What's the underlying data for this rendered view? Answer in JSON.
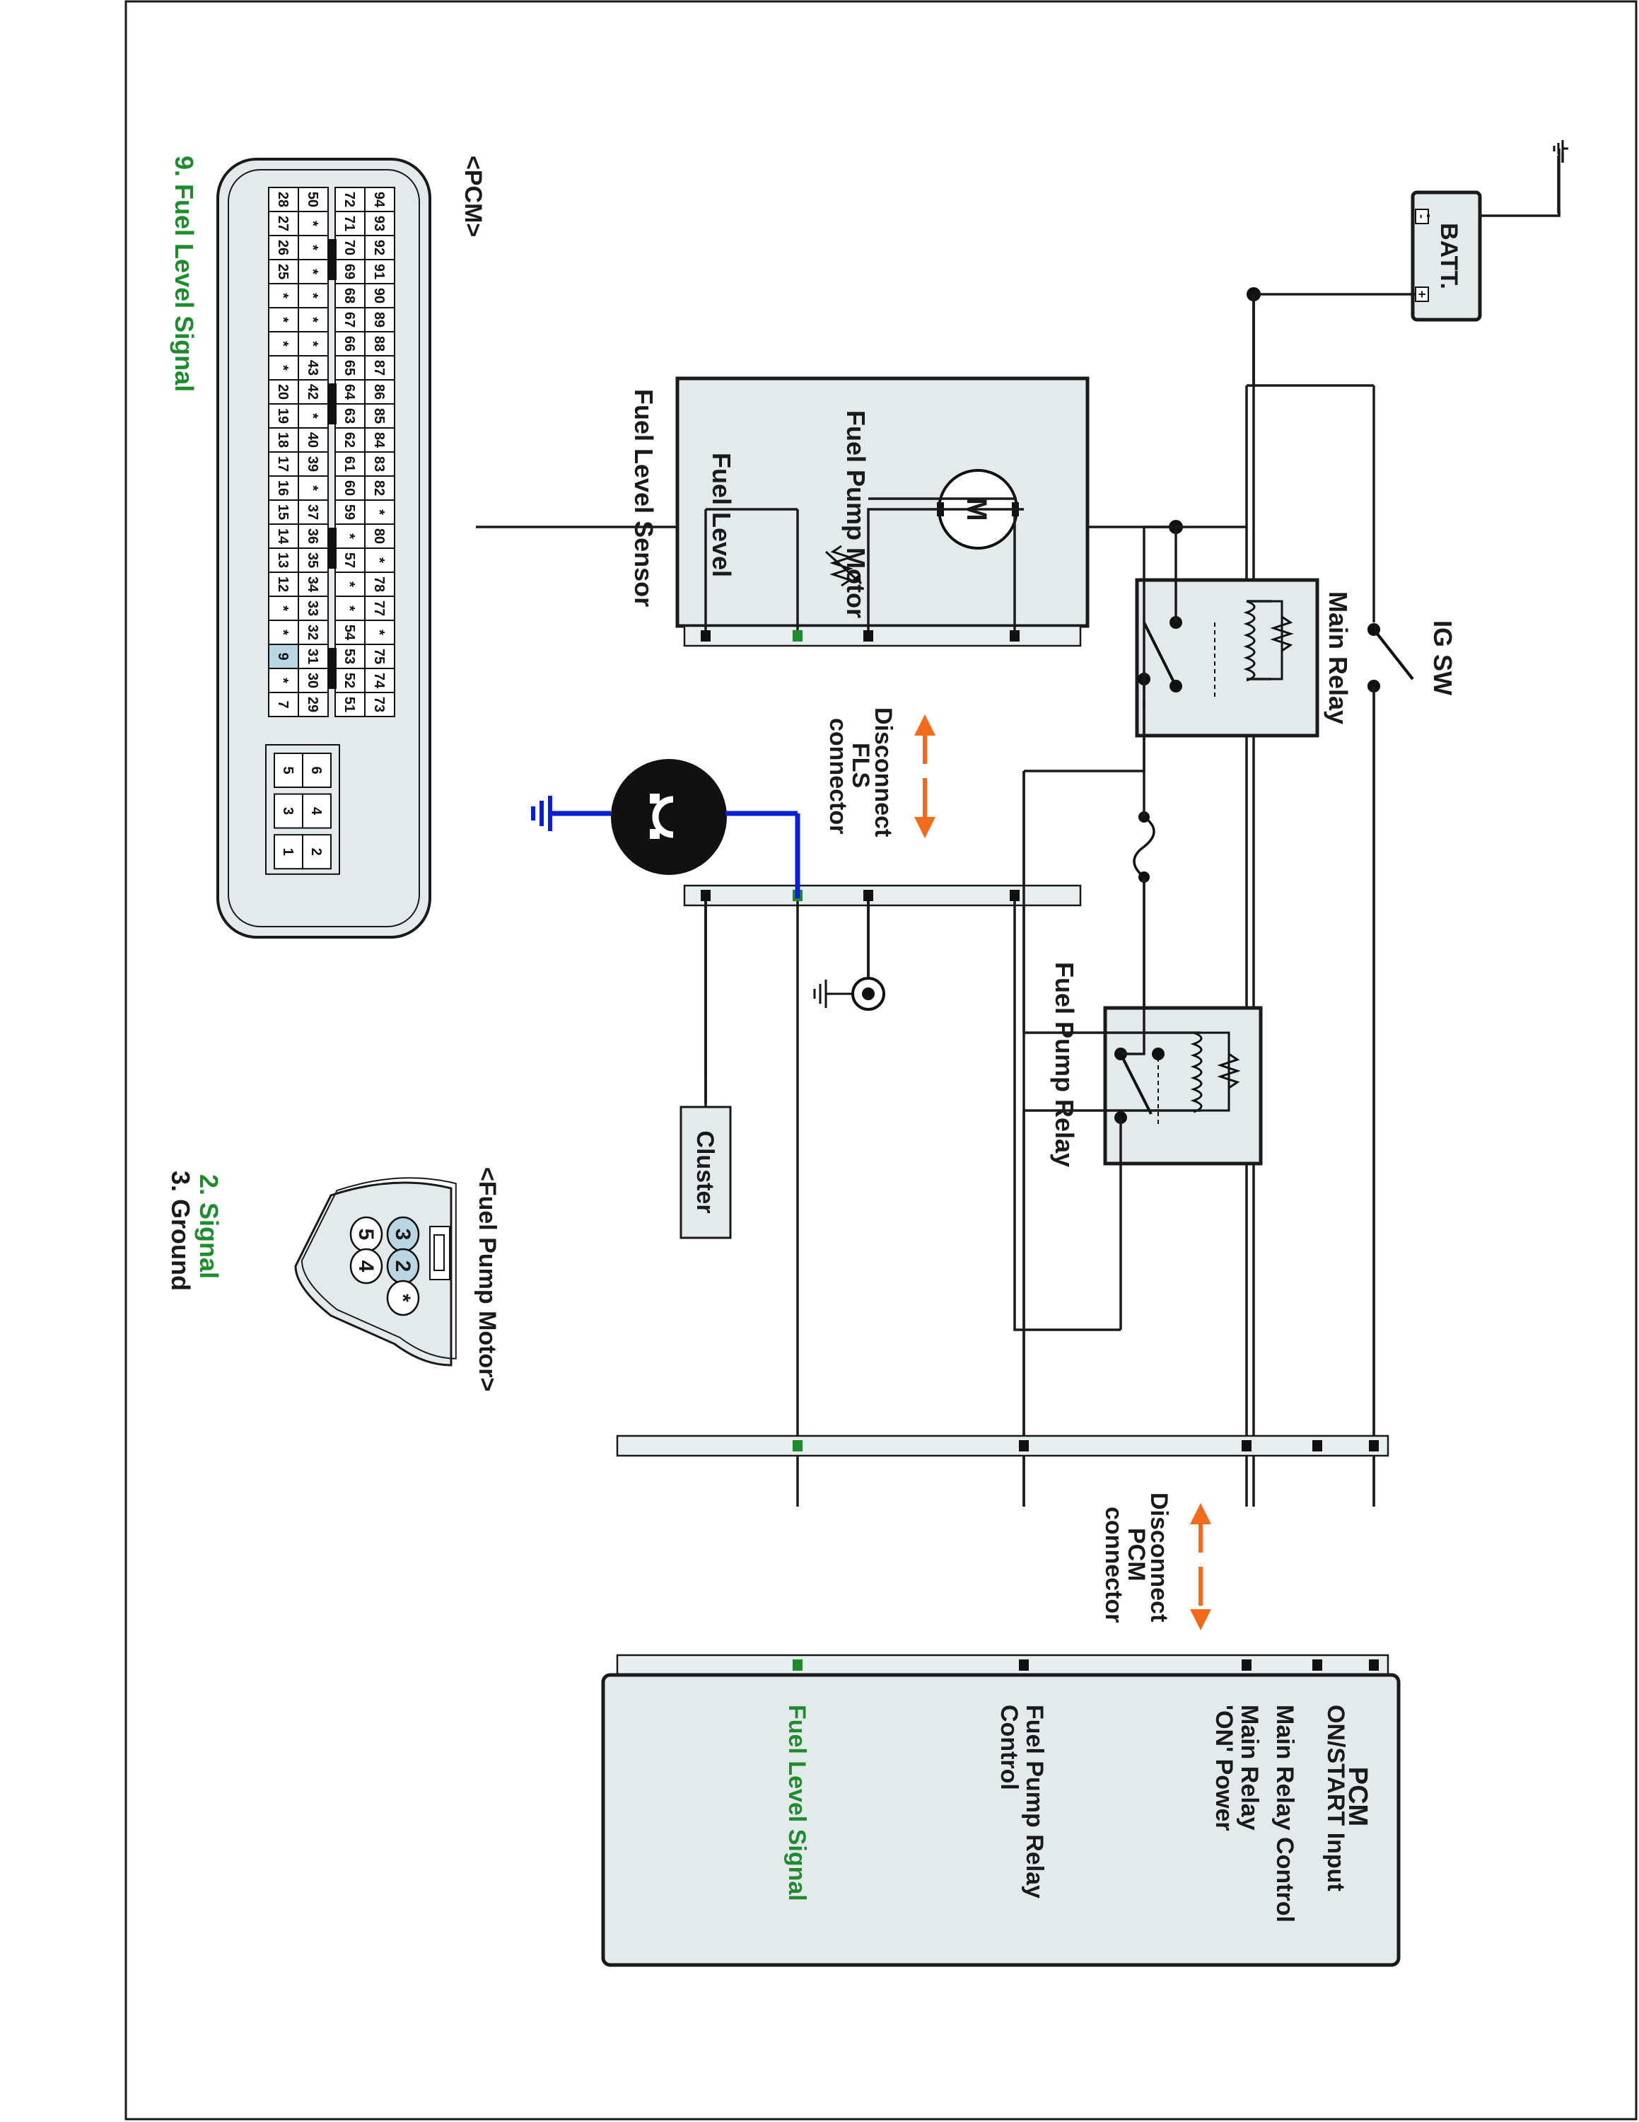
{
  "labels": {
    "batt": "BATT.",
    "batt_minus": "-",
    "batt_plus": "+",
    "ig_sw": "IG SW",
    "main_relay": "Main Relay",
    "fuel_pump_motor": "Fuel Pump Motor",
    "motor_symbol": "M",
    "fuel_level": "Fuel Level",
    "fuel_level_sensor": "Fuel Level Sensor",
    "disconnect_fls": [
      "Disconnect",
      "FLS",
      "connector"
    ],
    "fuel_pump_relay": "Fuel Pump Relay",
    "cluster": "Cluster",
    "disconnect_pcm": [
      "Disconnect",
      "PCM",
      "connector"
    ],
    "pcm": "PCM"
  },
  "pcm_pins": [
    {
      "label": "ON/START Input",
      "highlight": false
    },
    {
      "label": "Main Relay Control",
      "highlight": false
    },
    {
      "label": "Main Relay",
      "label2": "'ON' Power",
      "highlight": false
    },
    {
      "label": "Fuel Pump Relay",
      "label2": "Control",
      "highlight": false
    },
    {
      "label": "Fuel Level Signal",
      "highlight": true
    }
  ],
  "pcm_connector": {
    "title": "<PCM>",
    "caption": "9. Fuel Level Signal",
    "rows": [
      [
        "94",
        "93",
        "92",
        "91",
        "90",
        "89",
        "88",
        "87",
        "86",
        "85",
        "84",
        "83",
        "82",
        "*",
        "80",
        "*",
        "78",
        "77",
        "*",
        "75",
        "74",
        "73"
      ],
      [
        "72",
        "71",
        "70",
        "69",
        "68",
        "67",
        "66",
        "65",
        "64",
        "63",
        "62",
        "61",
        "60",
        "59",
        "*",
        "57",
        "*",
        "*",
        "54",
        "53",
        "52",
        "51"
      ],
      [
        "50",
        "*",
        "*",
        "*",
        "*",
        "*",
        "*",
        "43",
        "42",
        "*",
        "40",
        "39",
        "*",
        "37",
        "36",
        "35",
        "34",
        "33",
        "32",
        "31",
        "30",
        "29"
      ],
      [
        "28",
        "27",
        "26",
        "25",
        "*",
        "*",
        "*",
        "*",
        "20",
        "19",
        "18",
        "17",
        "16",
        "15",
        "14",
        "13",
        "12",
        "*",
        "*",
        "9",
        "*",
        "7"
      ]
    ],
    "highlight_pin": "9",
    "side_rows": [
      [
        "6",
        "5"
      ],
      [
        "4",
        "3"
      ],
      [
        "2",
        "1"
      ]
    ]
  },
  "fpm_connector": {
    "title": "<Fuel Pump Motor>",
    "pins": [
      "3",
      "2",
      "*",
      "5",
      "4"
    ],
    "highlight_pins": [
      "3",
      "2"
    ],
    "legend": [
      {
        "text": "2. Signal",
        "highlight": true
      },
      {
        "text": "3. Ground",
        "highlight": false
      }
    ]
  },
  "colors": {
    "signal_green": "#1f8a2e",
    "probe_blue": "#0a1fd6",
    "arrow_orange": "#f26a1b",
    "box_fill": "#e4eaec",
    "pin_highlight": "#b9d6e2"
  },
  "icons": [
    "ground-icon",
    "ohmmeter-icon",
    "battery-icon",
    "relay-coil-icon",
    "variable-resistor-icon",
    "motor-icon",
    "fuse-icon",
    "double-arrow-icon"
  ]
}
